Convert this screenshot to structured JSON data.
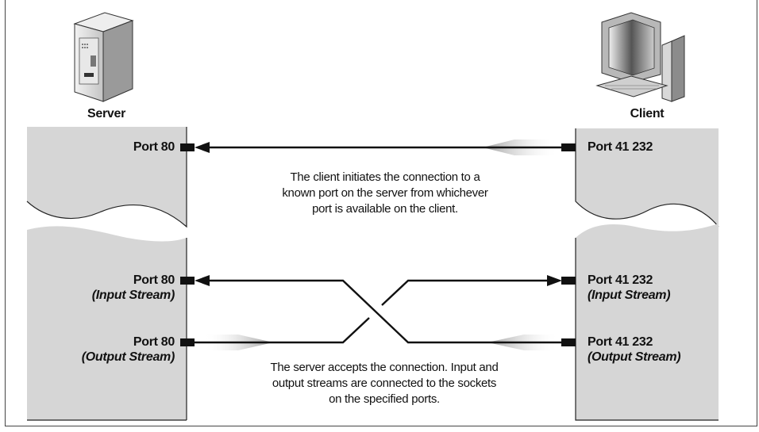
{
  "server": {
    "label": "Server"
  },
  "client": {
    "label": "Client"
  },
  "top": {
    "server_port": "Port 80",
    "client_port": "Port 41 232",
    "caption": [
      "The client initiates the connection to a",
      "known port on the server from whichever",
      "port is available on the client."
    ]
  },
  "bottom": {
    "server_in_port": "Port 80",
    "server_in_stream": "(Input Stream)",
    "server_out_port": "Port 80",
    "server_out_stream": "(Output Stream)",
    "client_in_port": "Port 41 232",
    "client_in_stream": "(Input Stream)",
    "client_out_port": "Port 41 232",
    "client_out_stream": "(Output Stream)",
    "caption": [
      "The server accepts the connection. Input and",
      "output streams are connected to the sockets",
      "on the specified ports."
    ]
  },
  "colors": {
    "panel": "#d6d6d6",
    "panel_edge": "#222222",
    "line": "#111111",
    "flow_arrow": "#9a9a9a"
  },
  "icons": [
    "server-tower-icon",
    "client-computer-icon"
  ]
}
